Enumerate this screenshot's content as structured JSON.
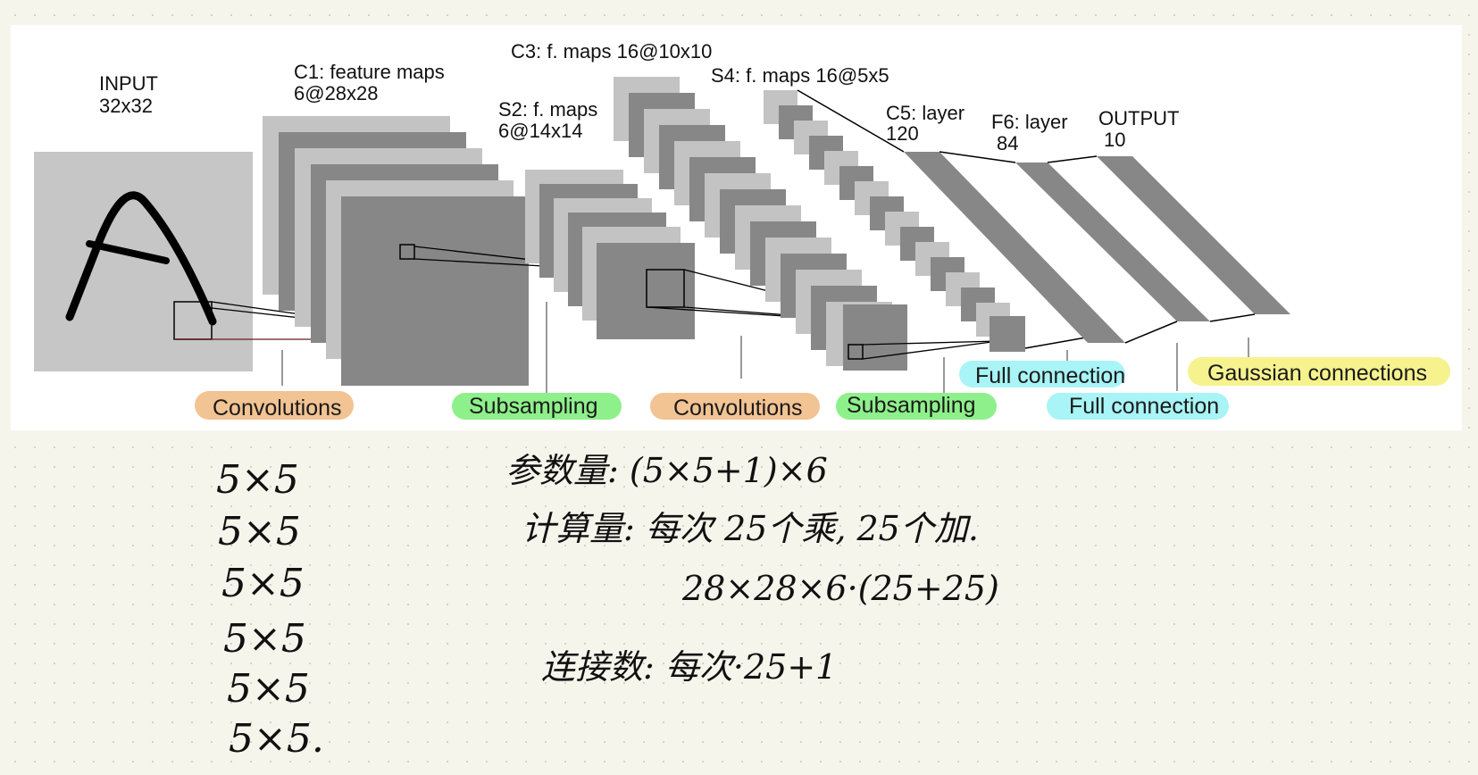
{
  "diagram": {
    "input_label": [
      "INPUT",
      "32x32"
    ],
    "c1_label": [
      "C1: feature maps",
      "6@28x28"
    ],
    "s2_label": [
      "S2: f. maps",
      "6@14x14"
    ],
    "c3_label": "C3: f. maps 16@10x10",
    "s4_label": "S4: f. maps 16@5x5",
    "c5_label": [
      "C5: layer",
      "120"
    ],
    "f6_label": [
      "F6: layer",
      "84"
    ],
    "output_label": [
      "OUTPUT",
      "10"
    ],
    "ops": [
      {
        "id": "op-conv-1",
        "text": "Convolutions",
        "color": "#f2c393"
      },
      {
        "id": "op-sub-1",
        "text": "Subsampling",
        "color": "#8ef08a"
      },
      {
        "id": "op-conv-2",
        "text": "Convolutions",
        "color": "#f2c393"
      },
      {
        "id": "op-sub-2",
        "text": "Subsampling",
        "color": "#8ef08a"
      },
      {
        "id": "op-full-1",
        "text": "Full connection",
        "color": "#a8f4f6"
      },
      {
        "id": "op-full-2",
        "text": "Full connection",
        "color": "#a8f4f6"
      },
      {
        "id": "op-gauss",
        "text": "Gaussian connections",
        "color": "#f6f28e"
      }
    ],
    "colors": {
      "panel": "#ffffff",
      "input_fill": "#c6c6c6",
      "light_map": "#c3c3c3",
      "dark_map": "#878787"
    }
  },
  "notes": {
    "kernel_list": [
      "5×5",
      "5×5",
      "5×5",
      "5×5",
      "5×5",
      "5×5."
    ],
    "params_line": "参数量: (5×5+1)×6",
    "compute_line": "计算量: 每次 25个乘, 25个加.",
    "compute_formula": "28×28×6·(25+25)",
    "connections_line": "连接数: 每次·25+1"
  }
}
